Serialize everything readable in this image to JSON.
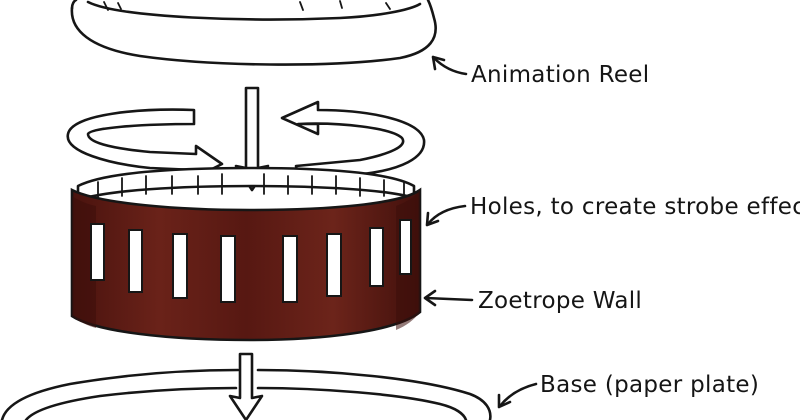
{
  "labels": {
    "reel": "Animation Reel",
    "holes": "Holes, to create strobe effect",
    "wall": "Zoetrope Wall",
    "base": "Base (paper plate)"
  },
  "colors": {
    "ink": "#161616",
    "wall": "#5a1a14",
    "wall_dark": "#3d0f0b",
    "paper": "#ffffff"
  },
  "icons": {
    "down_arrows": "arrow-down-icon",
    "rotation_arrows": "rotation-arrow-icon"
  }
}
